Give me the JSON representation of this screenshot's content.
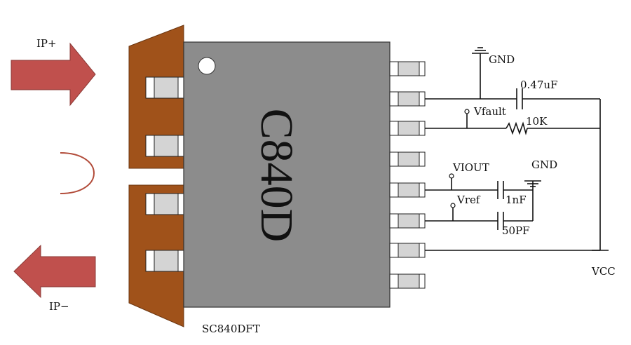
{
  "chip": {
    "label": "C840D",
    "package": "SC840DFT"
  },
  "terminals": {
    "positive": "IP+",
    "negative": "IP−"
  },
  "components": {
    "cap_top": "0.47uF",
    "resistor": "10K",
    "cap_mid": "1nF",
    "cap_bottom": "50PF"
  },
  "nets": {
    "gnd_top": "GND",
    "gnd_right": "GND",
    "vfault": "Vfault",
    "viout": "VIOUT",
    "vref": "Vref",
    "vcc": "VCC"
  },
  "colors": {
    "copper": "#a0521a",
    "arrow": "#c0504d",
    "body": "#8c8c8c",
    "loop": "#b24c3a"
  }
}
